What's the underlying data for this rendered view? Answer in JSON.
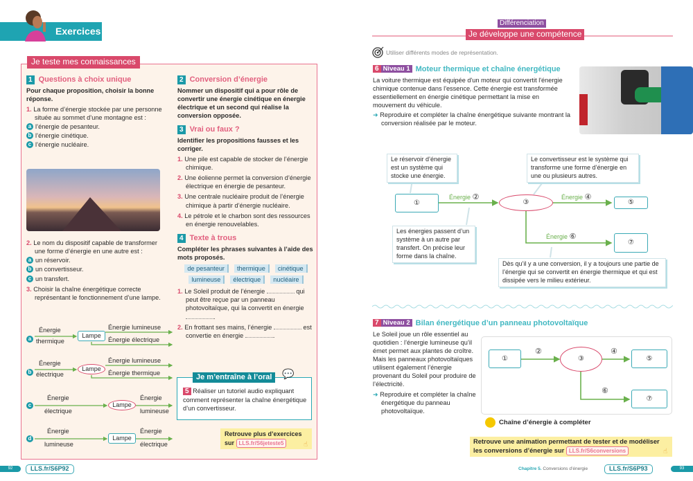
{
  "left_page": {
    "header": {
      "title": "Exercices"
    },
    "panel_label": "Je teste mes connaissances",
    "ex1": {
      "num": "1",
      "title": "Questions à choix unique",
      "instruction": "Pour chaque proposition, choisir la bonne réponse.",
      "q1": {
        "num": "1.",
        "text": "La forme d’énergie stockée par une personne située au sommet d’une montagne est :",
        "options": [
          {
            "l": "a",
            "t": "l’énergie de pesanteur."
          },
          {
            "l": "b",
            "t": "l’énergie cinétique."
          },
          {
            "l": "c",
            "t": "l’énergie nucléaire."
          }
        ]
      },
      "q2": {
        "num": "2.",
        "text": "Le nom du dispositif capable de transformer une forme d’énergie en une autre est :",
        "options": [
          {
            "l": "a",
            "t": "un réservoir."
          },
          {
            "l": "b",
            "t": "un convertisseur."
          },
          {
            "l": "c",
            "t": "un transfert."
          }
        ]
      },
      "q3": {
        "num": "3.",
        "text": "Choisir la chaîne énergétique correcte représentant le fonctionnement d’une lampe.",
        "chains": [
          {
            "l": "a",
            "in1": "Énergie",
            "in2": "thermique",
            "conv": "Lampe",
            "out1": "Énergie lumineuse",
            "out2": "Énergie électrique"
          },
          {
            "l": "b",
            "in1": "Énergie",
            "in2": "électrique",
            "conv": "Lampe",
            "out1": "Énergie lumineuse",
            "out2": "Énergie thermique"
          },
          {
            "l": "c",
            "in1": "Énergie",
            "in2": "électrique",
            "conv": "Lampe",
            "out1": "Énergie",
            "out2": "lumineuse"
          },
          {
            "l": "d",
            "in1": "Énergie",
            "in2": "lumineuse",
            "conv": "Lampe",
            "out1": "Énergie",
            "out2": "électrique"
          }
        ]
      }
    },
    "ex2": {
      "num": "2",
      "title": "Conversion d’énergie",
      "instruction": "Nommer un dispositif qui a pour rôle de convertir une énergie cinétique en énergie électrique et un second qui réalise la conversion opposée."
    },
    "ex3": {
      "num": "3",
      "title": "Vrai ou faux ?",
      "instruction": "Identifier les propositions fausses et les corriger.",
      "items": [
        {
          "n": "1.",
          "t": "Une pile est capable de stocker de l’énergie chimique."
        },
        {
          "n": "2.",
          "t": "Une éolienne permet la conversion d’énergie électrique en énergie de pesanteur."
        },
        {
          "n": "3.",
          "t": "Une centrale nucléaire produit de l’énergie chimique à partir d’énergie nucléaire."
        },
        {
          "n": "4.",
          "t": "Le pétrole et le charbon sont des ressources en énergie renouvelables."
        }
      ]
    },
    "ex4": {
      "num": "4",
      "title": "Texte à trous",
      "instruction": "Compléter les phrases suivantes à l’aide des mots proposés.",
      "words": [
        "de pesanteur",
        "thermique",
        "cinétique",
        "lumineuse",
        "électrique",
        "nucléaire"
      ],
      "s1a": "Le Soleil produit de l’énergie",
      "s1b": "qui peut être reçue par un panneau photovoltaïque, qui la convertit en énergie",
      "s2a": "En frottant ses mains, l’énergie",
      "s2b": "est convertie en énergie",
      "n1": "1.",
      "n2": "2."
    },
    "oral": {
      "label": "Je m’entraîne à l’oral",
      "num": "5",
      "text": "Réaliser un tutoriel audio expliquant comment représenter la chaîne énergétique d’un convertisseur."
    },
    "more": {
      "text1": "Retrouve plus d’exercices",
      "text2": "sur",
      "link": "LLS.fr/S6jeteste5"
    },
    "footer": {
      "page": "92",
      "link": "LLS.fr/S6P92"
    }
  },
  "right_page": {
    "tag": "Différenciation",
    "header": "Je développe une compétence",
    "objective": "Utiliser différents modes de représentation.",
    "ex6": {
      "num": "6",
      "level": "Niveau 1",
      "title": "Moteur thermique et chaîne énergétique",
      "text": "La voiture thermique est équipée d'un moteur qui convertit l'énergie chimique contenue dans l'essence. Cette énergie est transformée essentiellement en énergie cinétique permettant la mise en mouvement du véhicule.",
      "task": "Reproduire et compléter la chaîne énergétique suivante montrant la conversion réalisée par le moteur.",
      "diagram": {
        "n1": "①",
        "n2": "②",
        "n3": "③",
        "n4": "④",
        "n5": "⑤",
        "n6": "⑥",
        "n7": "⑦",
        "energy": "Énergie",
        "b1": "Le réservoir d’énergie est un système qui stocke une énergie.",
        "b2": "Le convertisseur est le système qui transforme une forme d’énergie en une ou plusieurs autres.",
        "b3": "Les énergies passent d’un système à un autre par transfert. On précise leur forme dans la chaîne.",
        "b4": "Dès qu’il y a une conversion, il y a toujours une partie de l’énergie qui se convertit en énergie thermique et qui est dissipée vers le milieu extérieur."
      }
    },
    "ex7": {
      "num": "7",
      "level": "Niveau 2",
      "title": "Bilan énergétique d’un panneau photovoltaïque",
      "text": "Le Soleil joue un rôle essentiel au quotidien : l’énergie lumineuse qu’il émet permet aux plantes de croître. Mais les panneaux photovoltaïques utilisent également l’énergie provenant du Soleil pour produire de l’électricité.",
      "task": "Reproduire et compléter la chaîne énergétique du panneau photovoltaïque.",
      "caption": "Chaîne d’énergie à compléter"
    },
    "banner": {
      "text1": "Retrouve une animation permettant de tester et de modéliser",
      "text2": "les conversions d’énergie sur",
      "link": "LLS.fr/S6conversions"
    },
    "footer": {
      "chapter": "Chapitre 5.",
      "chapter_title": "Conversions d’énergie",
      "link": "LLS.fr/S6P93",
      "page": "93"
    }
  }
}
